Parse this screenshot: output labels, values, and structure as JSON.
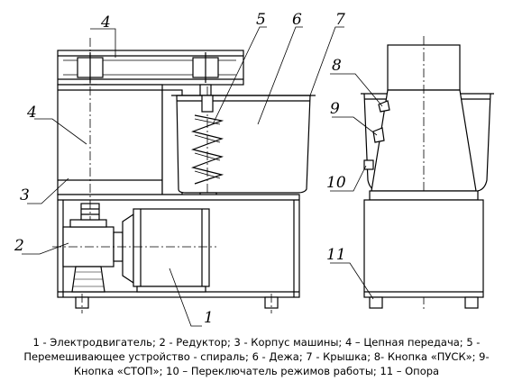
{
  "callouts": {
    "c1": "1",
    "c2": "2",
    "c3": "3",
    "c4a": "4",
    "c4b": "4",
    "c5": "5",
    "c6": "6",
    "c7": "7",
    "c8": "8",
    "c9": "9",
    "c10": "10",
    "c11": "11"
  },
  "legend": {
    "line1": "1 - Электродвигатель; 2 - Редуктор; 3 - Корпус машины; 4 – Цепная передача; 5 -",
    "line2": "Перемешивающее устройство - спираль; 6 - Дежа; 7 - Крышка; 8- Кнопка «ПУСК»; 9-",
    "line3": "Кнопка «СТОП»; 10 – Переключатель режимов работы; 11 – Опора"
  }
}
